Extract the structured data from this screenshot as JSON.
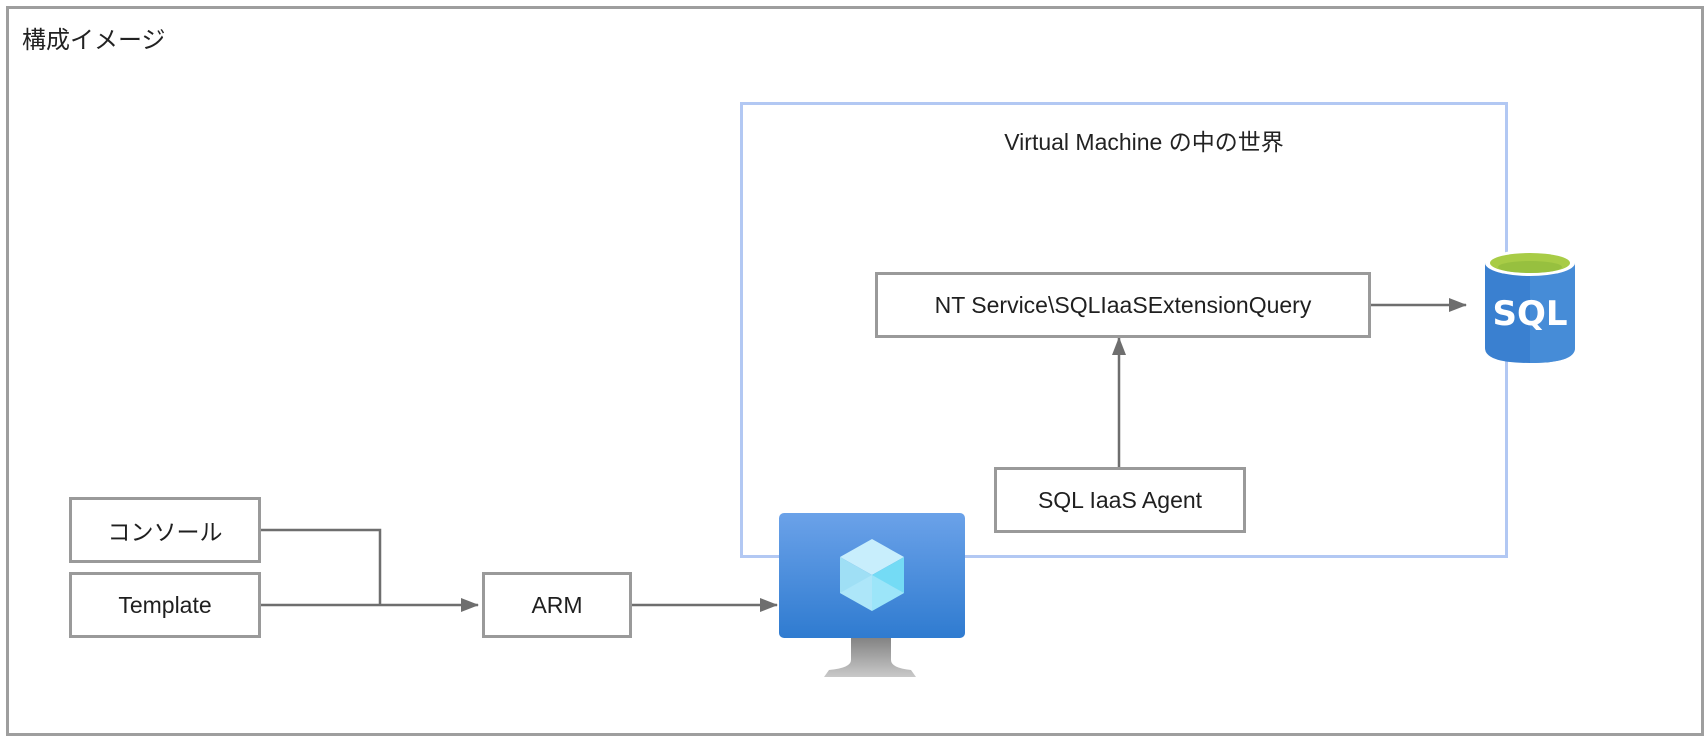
{
  "diagram": {
    "title": "構成イメージ",
    "vm_world_label": "Virtual Machine の中の世界",
    "nodes": {
      "console": "コンソール",
      "template": "Template",
      "arm": "ARM",
      "nt_service": "NT Service\\SQLIaaSExtensionQuery",
      "sql_iaas_agent": "SQL IaaS Agent",
      "sql_db_icon_text": "SQL"
    },
    "icons": {
      "virtual_machine": "virtual-machine-icon",
      "sql_database": "sql-database-icon"
    },
    "edges": [
      {
        "from": "コンソール",
        "to": "ARM"
      },
      {
        "from": "Template",
        "to": "ARM"
      },
      {
        "from": "ARM",
        "to": "Virtual Machine"
      },
      {
        "from": "SQL IaaS Agent",
        "to": "NT Service\\SQLIaaSExtensionQuery"
      },
      {
        "from": "NT Service\\SQLIaaSExtensionQuery",
        "to": "SQL"
      }
    ],
    "colors": {
      "frame_border": "#9e9e9e",
      "vm_world_border": "#b2c8f3",
      "box_border": "#9a9a9a",
      "connector": "#6e6e6e",
      "vm_blue_top": "#6aa0e8",
      "vm_blue_bottom": "#2f7bd0",
      "sql_blue": "#3a80d0",
      "sql_green": "#a8cc46"
    }
  }
}
